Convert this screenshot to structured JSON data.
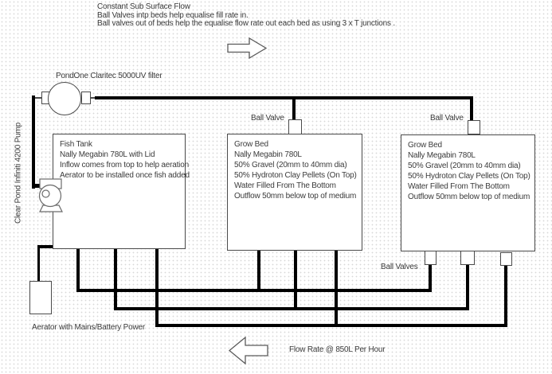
{
  "notes": {
    "line1": "Constant Sub Surface Flow",
    "line2": "Ball Valves intp beds help equalise fill rate in.",
    "line3": "Ball valves out of beds help the equalise flow rate out each bed as using 3 x T junctions ."
  },
  "filter": {
    "label": "PondOne Claritec 5000UV filter"
  },
  "pump": {
    "label": "Clear Pond Infiniti 4200 Pump"
  },
  "fish_tank": {
    "lines": [
      "Fish Tank",
      "Nally Megabin 780L with Lid",
      "Inflow comes from top to help aeration",
      "Aerator to be installed once fish added"
    ]
  },
  "grow_beds": [
    {
      "lines": [
        "Grow Bed",
        "Nally Megabin 780L",
        "50% Gravel (20mm to 40mm dia)",
        "50% Hydroton Clay Pellets (On Top)",
        "Water Filled From The Bottom",
        "Outflow 50mm below top of medium"
      ]
    },
    {
      "lines": [
        "Grow Bed",
        "Nally Megabin 780L",
        "50% Gravel (20mm to 40mm dia)",
        "50% Hydroton Clay Pellets (On Top)",
        "Water Filled From The Bottom",
        "Outflow 50mm below top of medium"
      ]
    }
  ],
  "valves": {
    "top_left_label": "Ball Valve",
    "top_right_label": "Ball Valve",
    "bottom_label": "Ball Valves"
  },
  "aerator": {
    "label": "Aerator with Mains/Battery Power"
  },
  "flow_rate": {
    "label": "Flow Rate @ 850L Per Hour"
  },
  "colors": {
    "pipe": "#000000",
    "box_border": "#4a4a4a",
    "text": "#3b3b3b",
    "arrow_outline": "#5a5a5a",
    "grid_dot": "#d8d8d8",
    "background": "#ffffff"
  }
}
